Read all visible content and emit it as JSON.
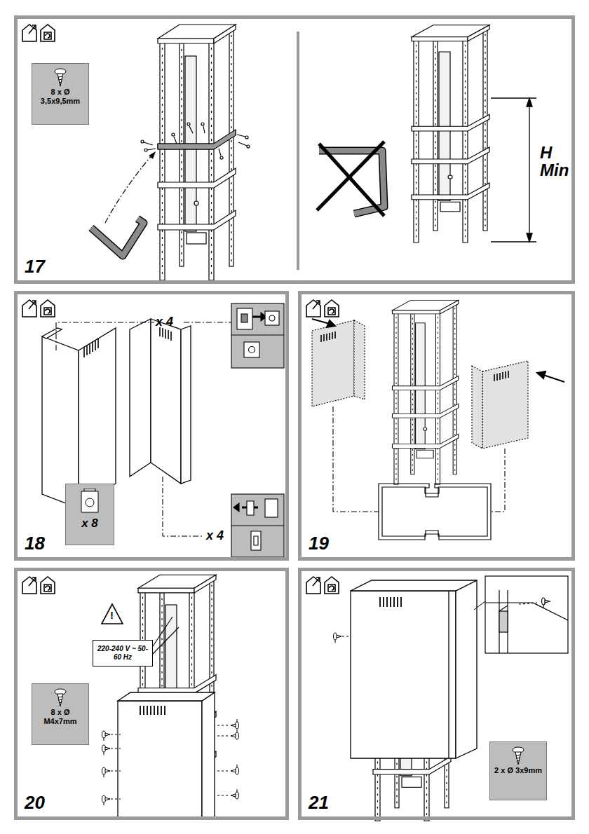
{
  "diagram": {
    "nodes": [
      {
        "text": [
          "17"
        ]
      },
      {
        "text": [
          "8 x Ø 3,5x9,5mm"
        ],
        "in": 0
      },
      {
        "text": [
          "18"
        ]
      },
      {
        "text": [
          "x 8"
        ],
        "in": 2
      },
      {
        "text": [
          "19"
        ]
      },
      {
        "text": [
          "20"
        ]
      },
      {
        "text": [
          "220-240 V ~ 50-60 Hz"
        ],
        "in": 5
      },
      {
        "text": [
          "8 x Ø M4x7mm"
        ],
        "in": 5
      },
      {
        "text": [
          "21"
        ]
      },
      {
        "text": [
          "2 x Ø 3x9mm"
        ],
        "in": 8
      }
    ],
    "labels": [
      "H Min",
      "x 4",
      "x 4",
      "!"
    ]
  }
}
